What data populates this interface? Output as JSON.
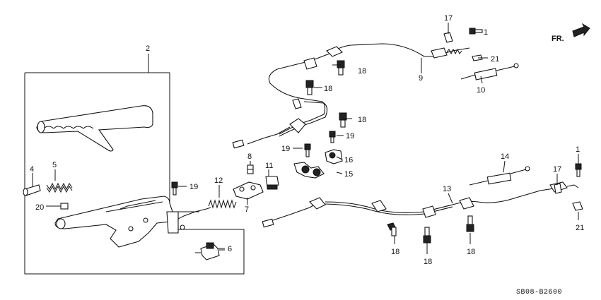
{
  "diagram": {
    "direction_label": "FR.",
    "code_label": "SB08-B2600",
    "callouts": {
      "c1a": "1",
      "c1b": "1",
      "c2": "2",
      "c4": "4",
      "c5": "5",
      "c6": "6",
      "c7": "7",
      "c8": "8",
      "c9": "9",
      "c10": "10",
      "c11": "11",
      "c12": "12",
      "c13": "13",
      "c14": "14",
      "c15": "15",
      "c16": "16",
      "c17a": "17",
      "c17b": "17",
      "c18a": "18",
      "c18b": "18",
      "c18c": "18",
      "c18d": "18",
      "c18e": "18",
      "c18f": "18",
      "c19a": "19",
      "c19b": "19",
      "c19c": "19",
      "c20": "20",
      "c21a": "21",
      "c21b": "21"
    }
  }
}
